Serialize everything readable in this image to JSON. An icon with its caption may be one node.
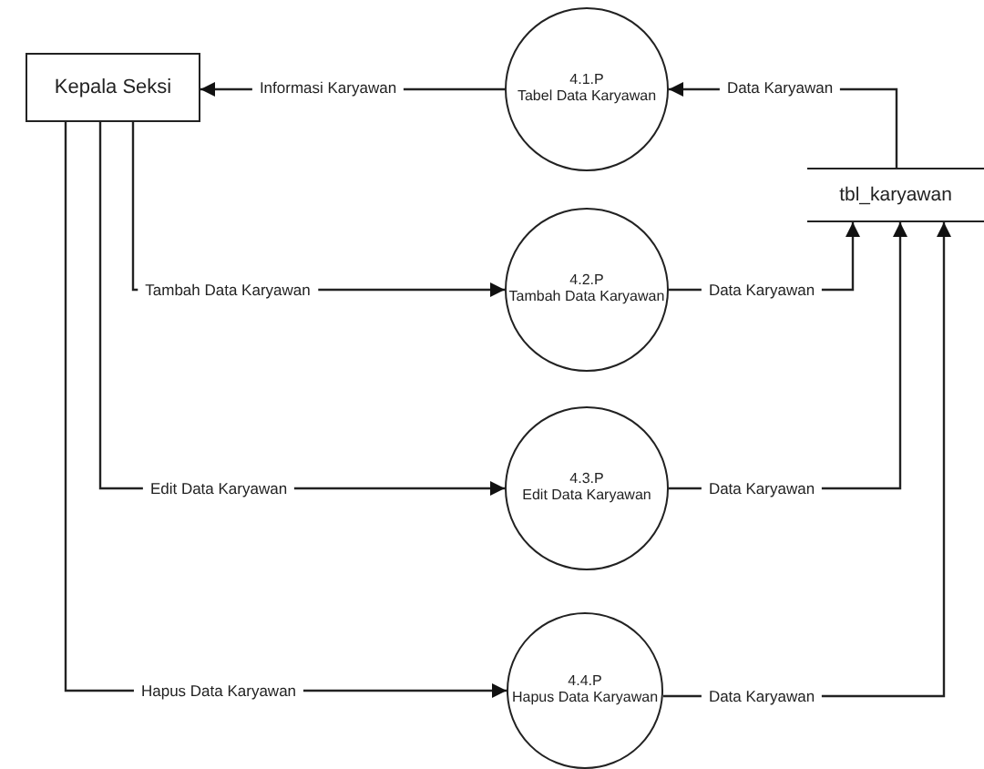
{
  "diagram": {
    "nodes": [
      {
        "text": [
          "Kepala Seksi"
        ]
      },
      {
        "text": [
          "4.1.P",
          "Tabel Data Karyawan"
        ]
      },
      {
        "text": [
          "4.2.P",
          "Tambah Data Karyawan"
        ]
      },
      {
        "text": [
          "4.3.P",
          "Edit Data Karyawan"
        ]
      },
      {
        "text": [
          "4.4.P",
          "Hapus Data Karyawan"
        ]
      },
      {
        "text": [
          "tbl_karyawan"
        ]
      }
    ],
    "edges": [
      {
        "from": 1,
        "to": 0,
        "arrow": "to",
        "label": "Informasi Karyawan"
      },
      {
        "from": 5,
        "to": 1,
        "arrow": "to",
        "label": "Data Karyawan"
      },
      {
        "from": 0,
        "to": 2,
        "arrow": "to",
        "label": "Tambah Data Karyawan"
      },
      {
        "from": 2,
        "to": 5,
        "arrow": "to",
        "label": "Data Karyawan"
      },
      {
        "from": 0,
        "to": 3,
        "arrow": "to",
        "label": "Edit Data Karyawan"
      },
      {
        "from": 3,
        "to": 5,
        "arrow": "to",
        "label": "Data Karyawan"
      },
      {
        "from": 0,
        "to": 4,
        "arrow": "to",
        "label": "Hapus Data Karyawan"
      },
      {
        "from": 4,
        "to": 5,
        "arrow": "to",
        "label": "Data Karyawan"
      }
    ]
  }
}
